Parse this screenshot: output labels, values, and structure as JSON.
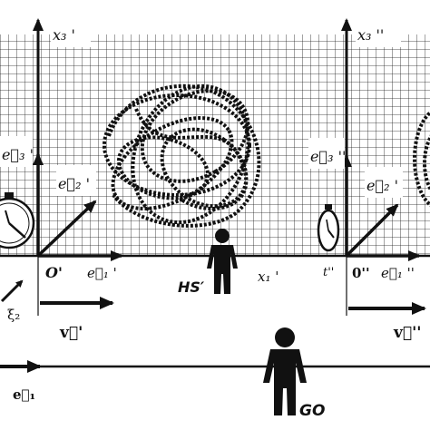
{
  "frame1": {
    "axis_z": "x₃ '",
    "axis_x": "x₁ '",
    "basis_z": "e⃗₃ '",
    "basis_y": "e⃗₂ '",
    "basis_x": "e⃗₁ '",
    "origin": "O'",
    "velocity": "v⃗'",
    "observer": "HS′",
    "xi": "ξ₂"
  },
  "frame2": {
    "axis_z": "x₃ ''",
    "basis_z": "e⃗₃ ''",
    "basis_y": "e⃗₂ '",
    "basis_x": "e⃗₁ ''",
    "origin": "0''",
    "time": "t''",
    "velocity": "v⃗''"
  },
  "ground": {
    "basis": "e⃗₁",
    "observer": "GO"
  },
  "colors": {
    "ink": "#111111",
    "grid": "#1a1a1a",
    "paper": "#ffffff"
  }
}
